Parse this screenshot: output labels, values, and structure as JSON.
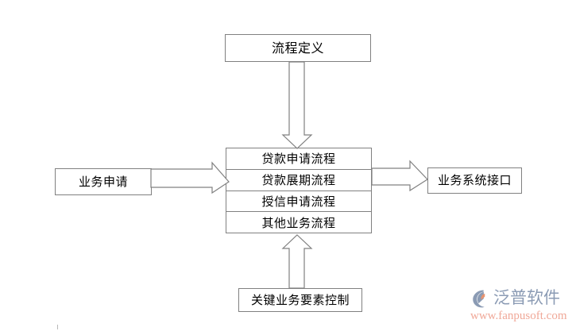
{
  "diagram": {
    "title": "流程定义",
    "background_color": "#ffffff",
    "box_border_color": "#808080",
    "text_color": "#000000",
    "nodes": {
      "process_definition": {
        "label": "流程定义"
      },
      "business_application": {
        "label": "业务申请"
      },
      "business_system_interface": {
        "label": "业务系统接口"
      },
      "key_element_control": {
        "label": "关键业务要素控制"
      }
    },
    "process_stack": {
      "rows": [
        {
          "label": "贷款申请流程"
        },
        {
          "label": "贷款展期流程"
        },
        {
          "label": "授信申请流程"
        },
        {
          "label": "其他业务流程"
        }
      ]
    },
    "arrows": [
      {
        "name": "arrow-down-process-definition",
        "direction": "down",
        "from": "process_definition",
        "to": "process_stack"
      },
      {
        "name": "arrow-right-business-application",
        "direction": "right",
        "from": "business_application",
        "to": "process_stack"
      },
      {
        "name": "arrow-right-to-interface",
        "direction": "right",
        "from": "process_stack",
        "to": "business_system_interface"
      },
      {
        "name": "arrow-up-key-element-control",
        "direction": "up",
        "from": "key_element_control",
        "to": "process_stack"
      }
    ]
  },
  "watermark": {
    "brand": "泛普软件",
    "url": "www.fanpusoft.com",
    "brand_color": "#8b9bb4",
    "url_color": "#f0a898",
    "mark_color_primary": "#8b9bb4",
    "mark_color_accent": "#e8936f"
  }
}
